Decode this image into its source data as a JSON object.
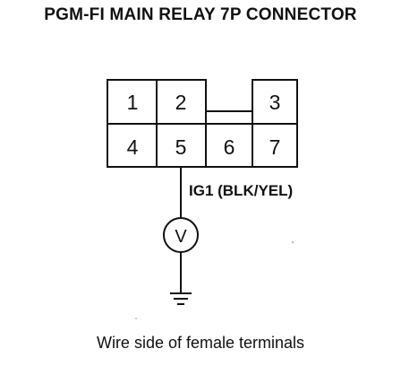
{
  "title": "PGM-FI MAIN RELAY 7P CONNECTOR",
  "connector": {
    "terminals": [
      {
        "label": "1"
      },
      {
        "label": "2"
      },
      {
        "label": "3"
      },
      {
        "label": "4"
      },
      {
        "label": "5"
      },
      {
        "label": "6"
      },
      {
        "label": "7"
      }
    ]
  },
  "wire": {
    "label": "IG1 (BLK/YEL)",
    "terminal": "5"
  },
  "meter": {
    "symbol": "V"
  },
  "caption": "Wire side of female terminals",
  "colors": {
    "ink": "#111111",
    "background": "#ffffff"
  },
  "icons": {
    "meter": "voltmeter-icon",
    "ground": "ground-icon"
  }
}
